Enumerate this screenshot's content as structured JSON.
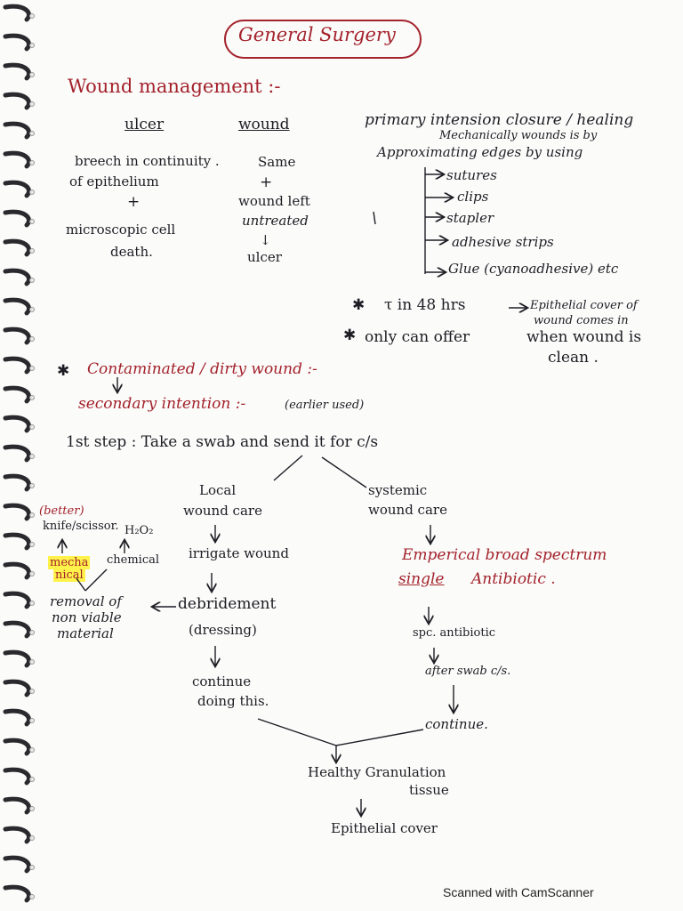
{
  "title": "General Surgery",
  "heading": "Wound management :-",
  "ulcer_col": {
    "header": "ulcer",
    "line1": "breech in continuity .",
    "line2": "of epithelium",
    "plus": "+",
    "line3": "microscopic cell",
    "line4": "death."
  },
  "wound_col": {
    "header": "wound",
    "line1": "Same",
    "plus": "+",
    "line2": "wound left",
    "line3": "untreated",
    "arrow": "↓",
    "line4": "ulcer"
  },
  "primary": {
    "line1": "primary intension closure / healing",
    "line2": "Mechanically wounds is by",
    "line3": "Approximating edges by using",
    "items": [
      "sutures",
      "clips",
      "stapler",
      "adhesive strips",
      "Glue (cyanoadhesive) etc"
    ]
  },
  "notes": {
    "n1a": "τ in 48 hrs",
    "n1b": "Epithelial cover of",
    "n1c": "wound comes in",
    "n2a": "only can offer",
    "n2b": "when wound is",
    "n2c": "clean ."
  },
  "contaminated": {
    "heading": "Contaminated / dirty wound :-",
    "secondary": "secondary intention :-",
    "secondary_note": "(earlier used)",
    "first_step": "1st step :  Take  a  swab  and  send  it  for   c/s"
  },
  "local": {
    "title1": "Local",
    "title2": "wound care",
    "irrigate": "irrigate wound",
    "debridement": "debridement",
    "dressing": "(dressing)",
    "continue1": "continue",
    "continue2": "doing this."
  },
  "removal": {
    "better": "(better)",
    "knife": "knife/scissor.",
    "h2o2": "H₂O₂",
    "mechanical1": "mecha",
    "mechanical2": "nical",
    "chemical": "chemical",
    "line1": "removal of",
    "line2": "non viable",
    "line3": "material"
  },
  "systemic": {
    "title1": "systemic",
    "title2": "wound care",
    "emp1": "Emperical broad spectrum",
    "emp2a": "single",
    "emp2b": "Antibiotic .",
    "spc": "spc. antibiotic",
    "after": "after swab c/s.",
    "cont": "continue."
  },
  "bottom": {
    "healthy1": "Healthy Granulation",
    "healthy2": "tissue",
    "epithelial": "Epithelial cover"
  },
  "footer": "Scanned with CamScanner"
}
